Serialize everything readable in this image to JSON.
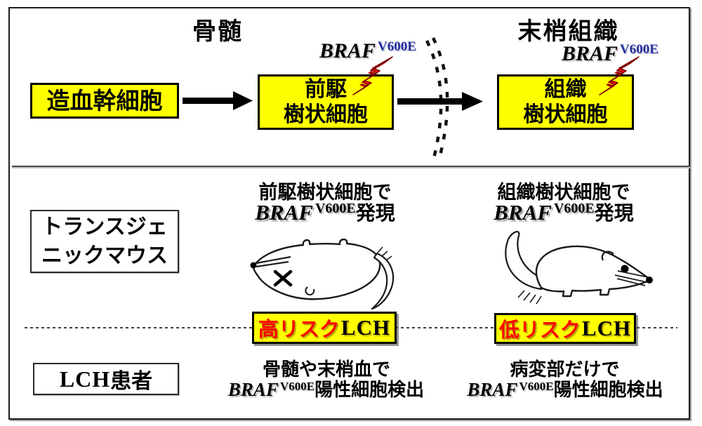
{
  "palette": {
    "box_yellow": "#ffff00",
    "risk_red": "#ff0000",
    "v600e_blue": "#232f9b",
    "bolt_red": "#ee1111",
    "bolt_dark_red": "#a50000",
    "line_black": "#000000"
  },
  "top_section": {
    "left_header": "骨髄",
    "right_header": "末梢組織",
    "stem_cell_box": "造血幹細胞",
    "precursor_box_line1": "前駆",
    "precursor_box_line2": "樹状細胞",
    "tissue_box_line1": "組織",
    "tissue_box_line2": "樹状細胞",
    "braf_gene": "BRAF",
    "braf_mutation": "V600E"
  },
  "mouse_section": {
    "row_label_line1": "トランスジェ",
    "row_label_line2": "ニックマウス",
    "left": {
      "line1": "前駆樹状細胞で",
      "braf": "BRAF",
      "sup": "V600E",
      "suffix": "発現",
      "risk": "高リスク",
      "risk_lch": "LCH"
    },
    "right": {
      "line1": "組織樹状細胞で",
      "braf": "BRAF",
      "sup": "V600E",
      "suffix": "発現",
      "risk": "低リスク",
      "risk_lch": "LCH"
    }
  },
  "patient_section": {
    "row_label_lch": "LCH",
    "row_label_suffix": "患者",
    "left": {
      "line1": "骨髄や末梢血で",
      "braf": "BRAF",
      "sup": "V600E",
      "suffix": "陽性細胞検出"
    },
    "right": {
      "line1": "病変部だけで",
      "braf": "BRAF",
      "sup": "V600E",
      "suffix": "陽性細胞検出"
    }
  }
}
